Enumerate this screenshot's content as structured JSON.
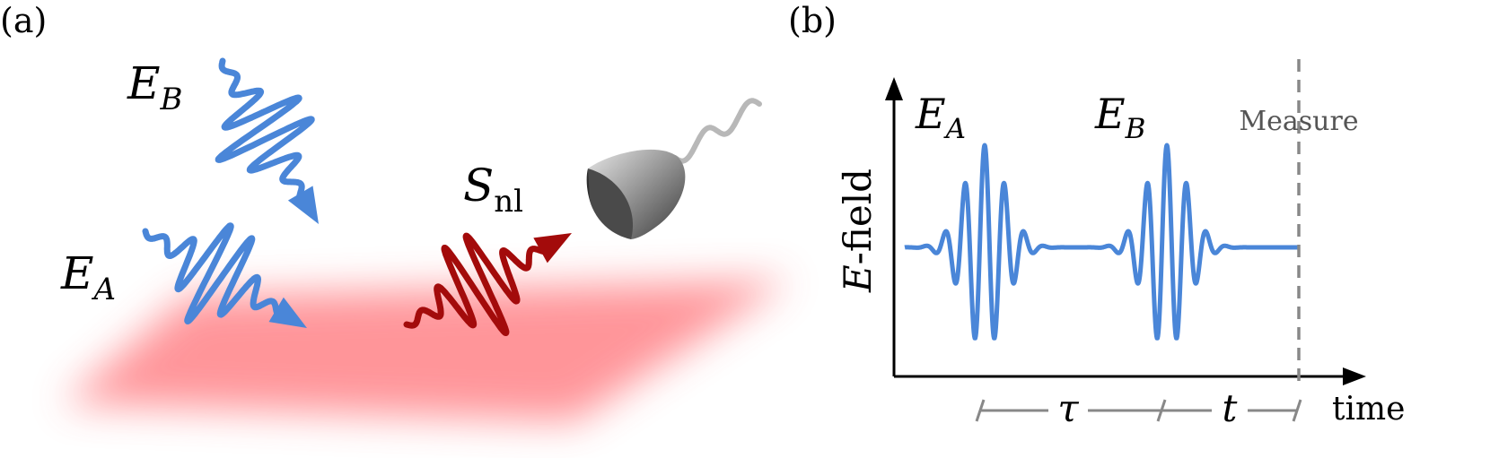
{
  "panel_a": {
    "label": "(a)",
    "field_b": {
      "symbol": "E",
      "subscript": "B"
    },
    "field_a": {
      "symbol": "E",
      "subscript": "A"
    },
    "signal": {
      "symbol": "S",
      "subscript": "nl"
    }
  },
  "panel_b": {
    "label": "(b)",
    "y_axis": {
      "symbol": "E",
      "suffix": "-field"
    },
    "x_axis_label": "time",
    "pulse_a": {
      "symbol": "E",
      "subscript": "A"
    },
    "pulse_b": {
      "symbol": "E",
      "subscript": "B"
    },
    "measure_label": "Measure",
    "delay_tau": "τ",
    "delay_t": "t"
  },
  "colors": {
    "pulse_blue": "#4a86d8",
    "signal_red": "#a30b0b",
    "sample_pink": "#ff8a8f",
    "detector_gray": "#777777",
    "axis_black": "#000000",
    "guide_gray": "#888888"
  }
}
